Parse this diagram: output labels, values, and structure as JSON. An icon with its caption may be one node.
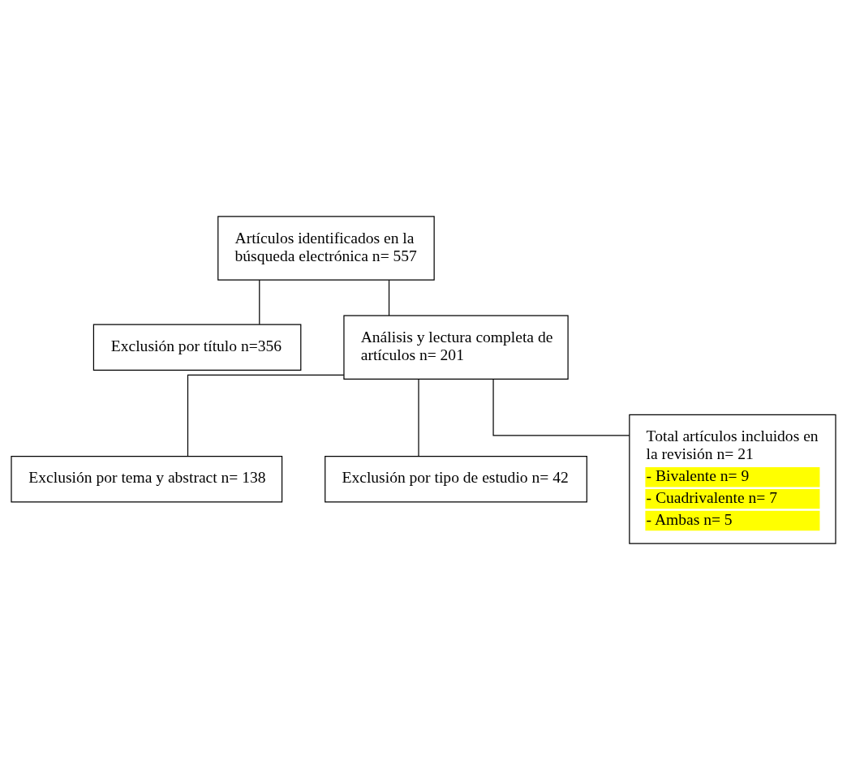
{
  "diagram": {
    "nodes": [
      {
        "text": [
          "Artículos identificados en la búsqueda electrónica n= 557"
        ]
      },
      {
        "text": [
          "Exclusión por título n=356"
        ]
      },
      {
        "text": [
          "Análisis y lectura completa de artículos n= 201"
        ]
      },
      {
        "text": [
          "Exclusión por tema y abstract n= 138"
        ]
      },
      {
        "text": [
          "Exclusión por tipo de estudio n= 42"
        ]
      },
      {
        "text": [
          "Total artículos incluidos en la revisión n= 21",
          "- Bivalente n= 9",
          "- Cuadrivalente n= 7",
          "- Ambas n= 5"
        ]
      }
    ],
    "edges": [
      {
        "from": 0,
        "to": 1,
        "arrow": "none"
      },
      {
        "from": 0,
        "to": 2,
        "arrow": "none"
      },
      {
        "from": 2,
        "to": 3,
        "arrow": "none"
      },
      {
        "from": 2,
        "to": 4,
        "arrow": "none"
      },
      {
        "from": 2,
        "to": 5,
        "arrow": "none"
      }
    ]
  }
}
